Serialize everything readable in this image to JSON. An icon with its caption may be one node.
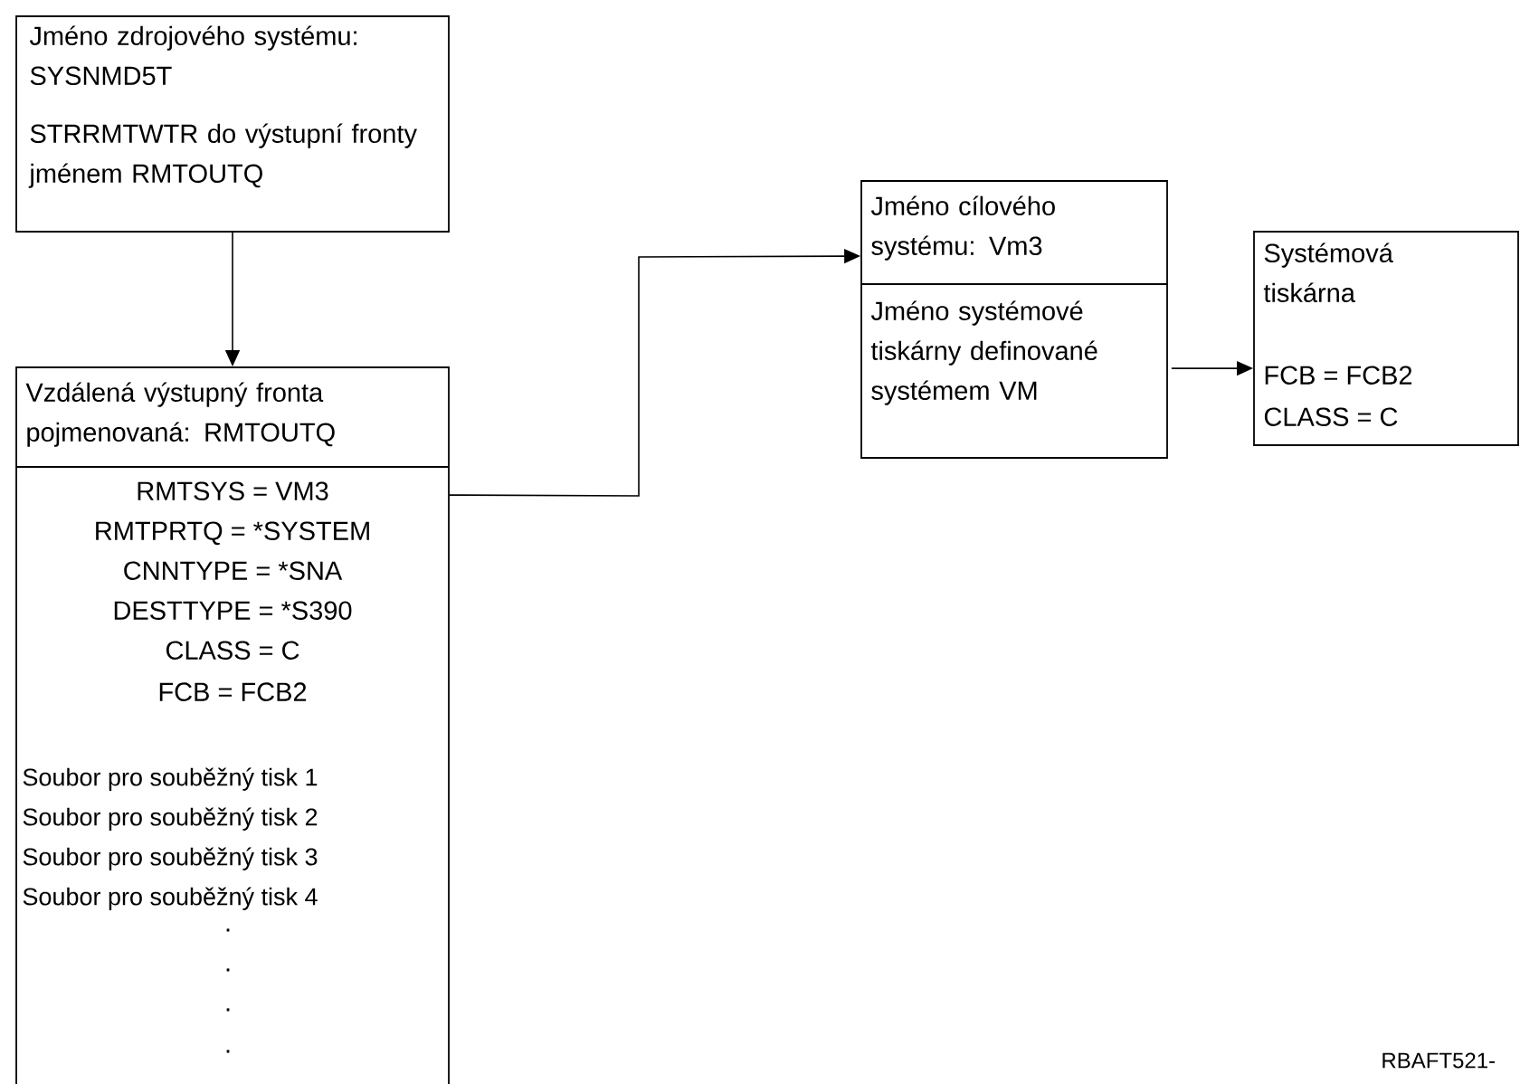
{
  "diagram": {
    "nodes": [
      {
        "text": [
          "Jméno zdrojového systému: SYSNMD5T",
          "STRRMTWTR do výstupní fronty jménem RMTOUTQ"
        ]
      },
      {
        "text": [
          "Vzdálená výstupný fronta pojmenovaná: RMTOUTQ",
          "RMTSYS = VM3",
          "RMTPRTQ = *SYSTEM",
          "CNNTYPE = *SNA",
          "DESTTYPE = *S390",
          "CLASS = C",
          "FCB = FCB2",
          "Soubor pro souběžný tisk 1",
          "Soubor pro souběžný tisk 2",
          "Soubor pro souběžný tisk 3",
          "Soubor pro souběžný tisk 4",
          ".",
          ".",
          ".",
          "."
        ]
      },
      {
        "text": [
          "Jméno cílového systému: Vm3",
          "Jméno systémové tiskárny definované systémem VM"
        ]
      },
      {
        "text": [
          "Systémová tiskárna",
          "FCB = FCB2",
          "CLASS = C"
        ]
      }
    ],
    "edges": [
      {
        "from": 0,
        "to": 1,
        "arrow": "to"
      },
      {
        "from": 1,
        "to": 2,
        "arrow": "to"
      },
      {
        "from": 2,
        "to": 3,
        "arrow": "to"
      }
    ],
    "labels": [
      "RBAFT521-"
    ]
  }
}
